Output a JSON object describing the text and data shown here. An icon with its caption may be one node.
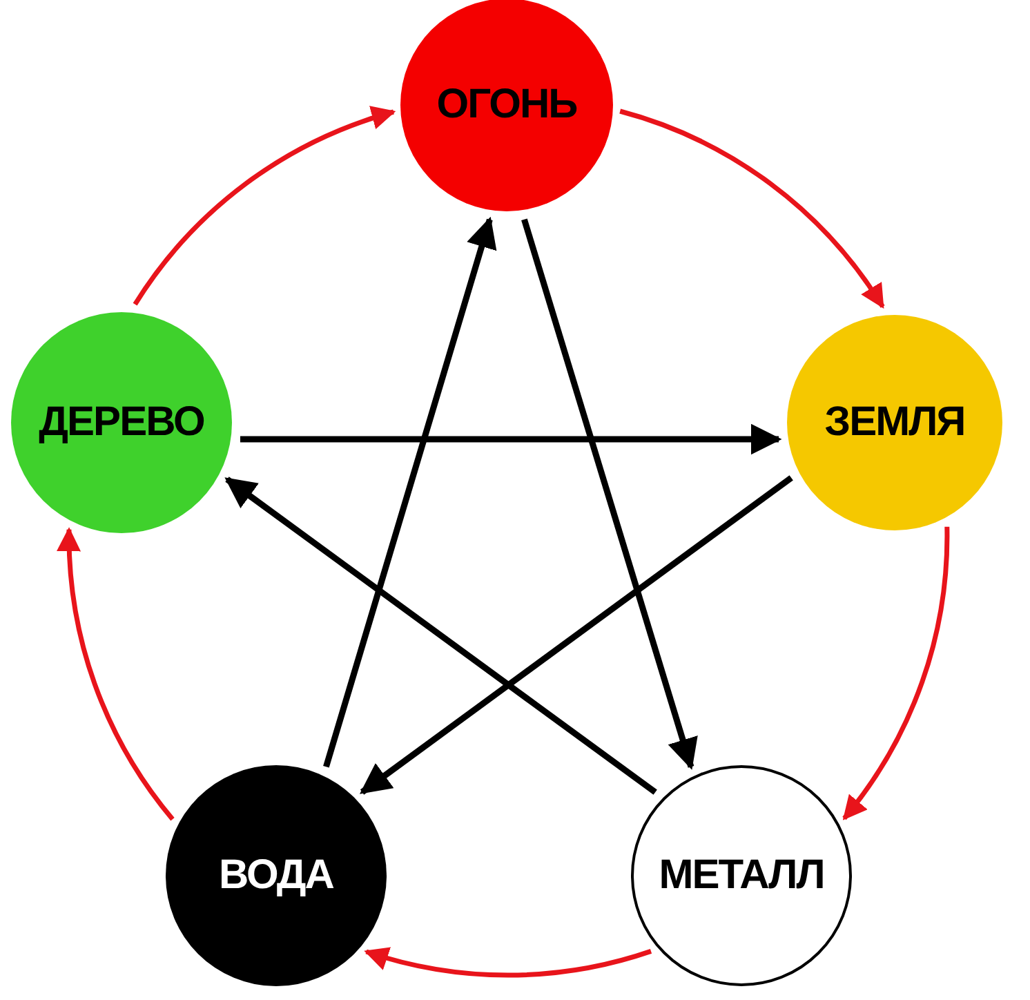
{
  "diagram": {
    "nodes": [
      {
        "text": [
          "ОГОНЬ"
        ]
      },
      {
        "text": [
          "ЗЕМЛЯ"
        ]
      },
      {
        "text": [
          "МЕТАЛЛ"
        ]
      },
      {
        "text": [
          "ВОДА"
        ]
      },
      {
        "text": [
          "ДЕРЕВО"
        ]
      }
    ],
    "edges": [
      {
        "from": 0,
        "to": 1,
        "arrow": "to",
        "color": "#e8141b"
      },
      {
        "from": 1,
        "to": 2,
        "arrow": "to",
        "color": "#e8141b"
      },
      {
        "from": 2,
        "to": 3,
        "arrow": "to",
        "color": "#e8141b"
      },
      {
        "from": 3,
        "to": 4,
        "arrow": "to",
        "color": "#e8141b"
      },
      {
        "from": 4,
        "to": 0,
        "arrow": "to",
        "color": "#e8141b"
      },
      {
        "from": 4,
        "to": 1,
        "arrow": "to",
        "color": "#000000"
      },
      {
        "from": 1,
        "to": 3,
        "arrow": "to",
        "color": "#000000"
      },
      {
        "from": 3,
        "to": 0,
        "arrow": "to",
        "color": "#000000"
      },
      {
        "from": 0,
        "to": 2,
        "arrow": "to",
        "color": "#000000"
      },
      {
        "from": 2,
        "to": 4,
        "arrow": "to",
        "color": "#000000"
      }
    ]
  }
}
